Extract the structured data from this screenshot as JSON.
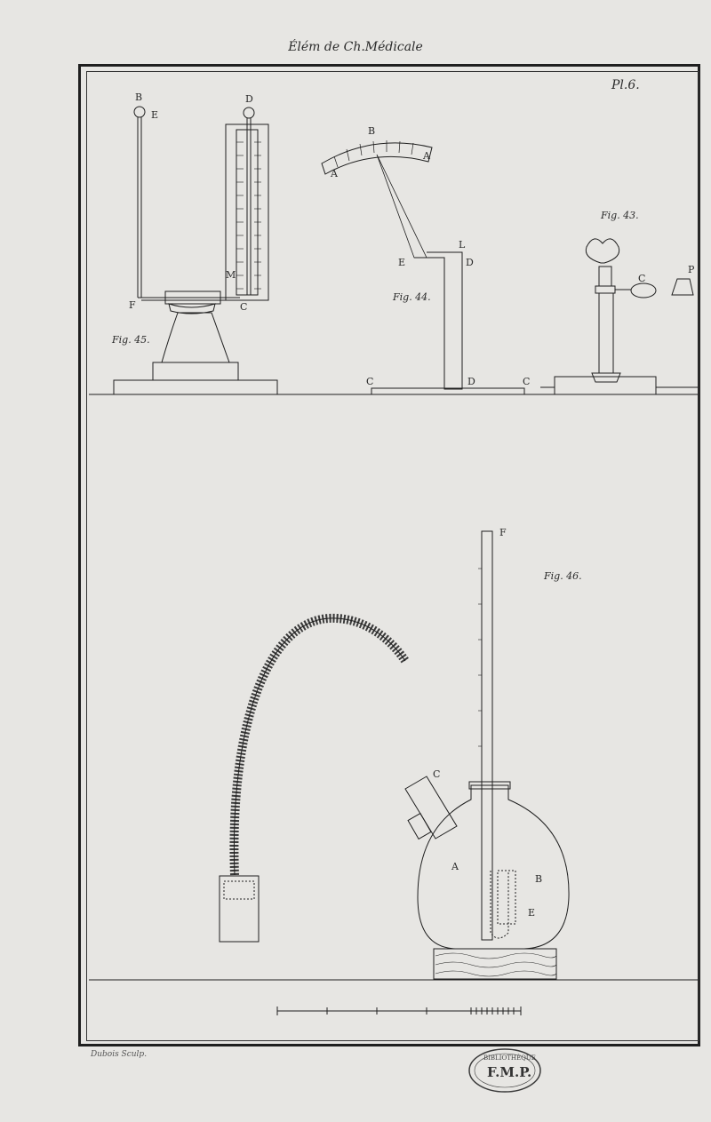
{
  "header": {
    "title": "Élém de Ch.Médicale",
    "plate_number": "Pl.6."
  },
  "figures": {
    "fig45": {
      "caption": "Fig. 45.",
      "labels": {
        "B": "B",
        "E": "E",
        "D": "D",
        "M": "M",
        "F": "F",
        "C": "C"
      }
    },
    "fig44": {
      "caption": "Fig. 44.",
      "labels": {
        "B": "B",
        "A_left": "A",
        "A_right": "A",
        "E": "E",
        "L": "L",
        "D_top": "D",
        "C_left": "C",
        "D_base": "D",
        "C_right": "C"
      }
    },
    "fig43": {
      "caption": "Fig. 43.",
      "labels": {
        "C": "C",
        "P": "P"
      }
    },
    "fig46": {
      "caption": "Fig. 46.",
      "labels": {
        "F": "F",
        "C": "C",
        "A": "A",
        "B": "B",
        "E": "E"
      }
    }
  },
  "footer": {
    "engraver": "Dubois Sculp.",
    "stamp_top": "BIBLIOTHÈQUE",
    "stamp_main": "F.M.P."
  },
  "colors": {
    "paper": "#e7e6e3",
    "ink": "#1f1f1f"
  }
}
